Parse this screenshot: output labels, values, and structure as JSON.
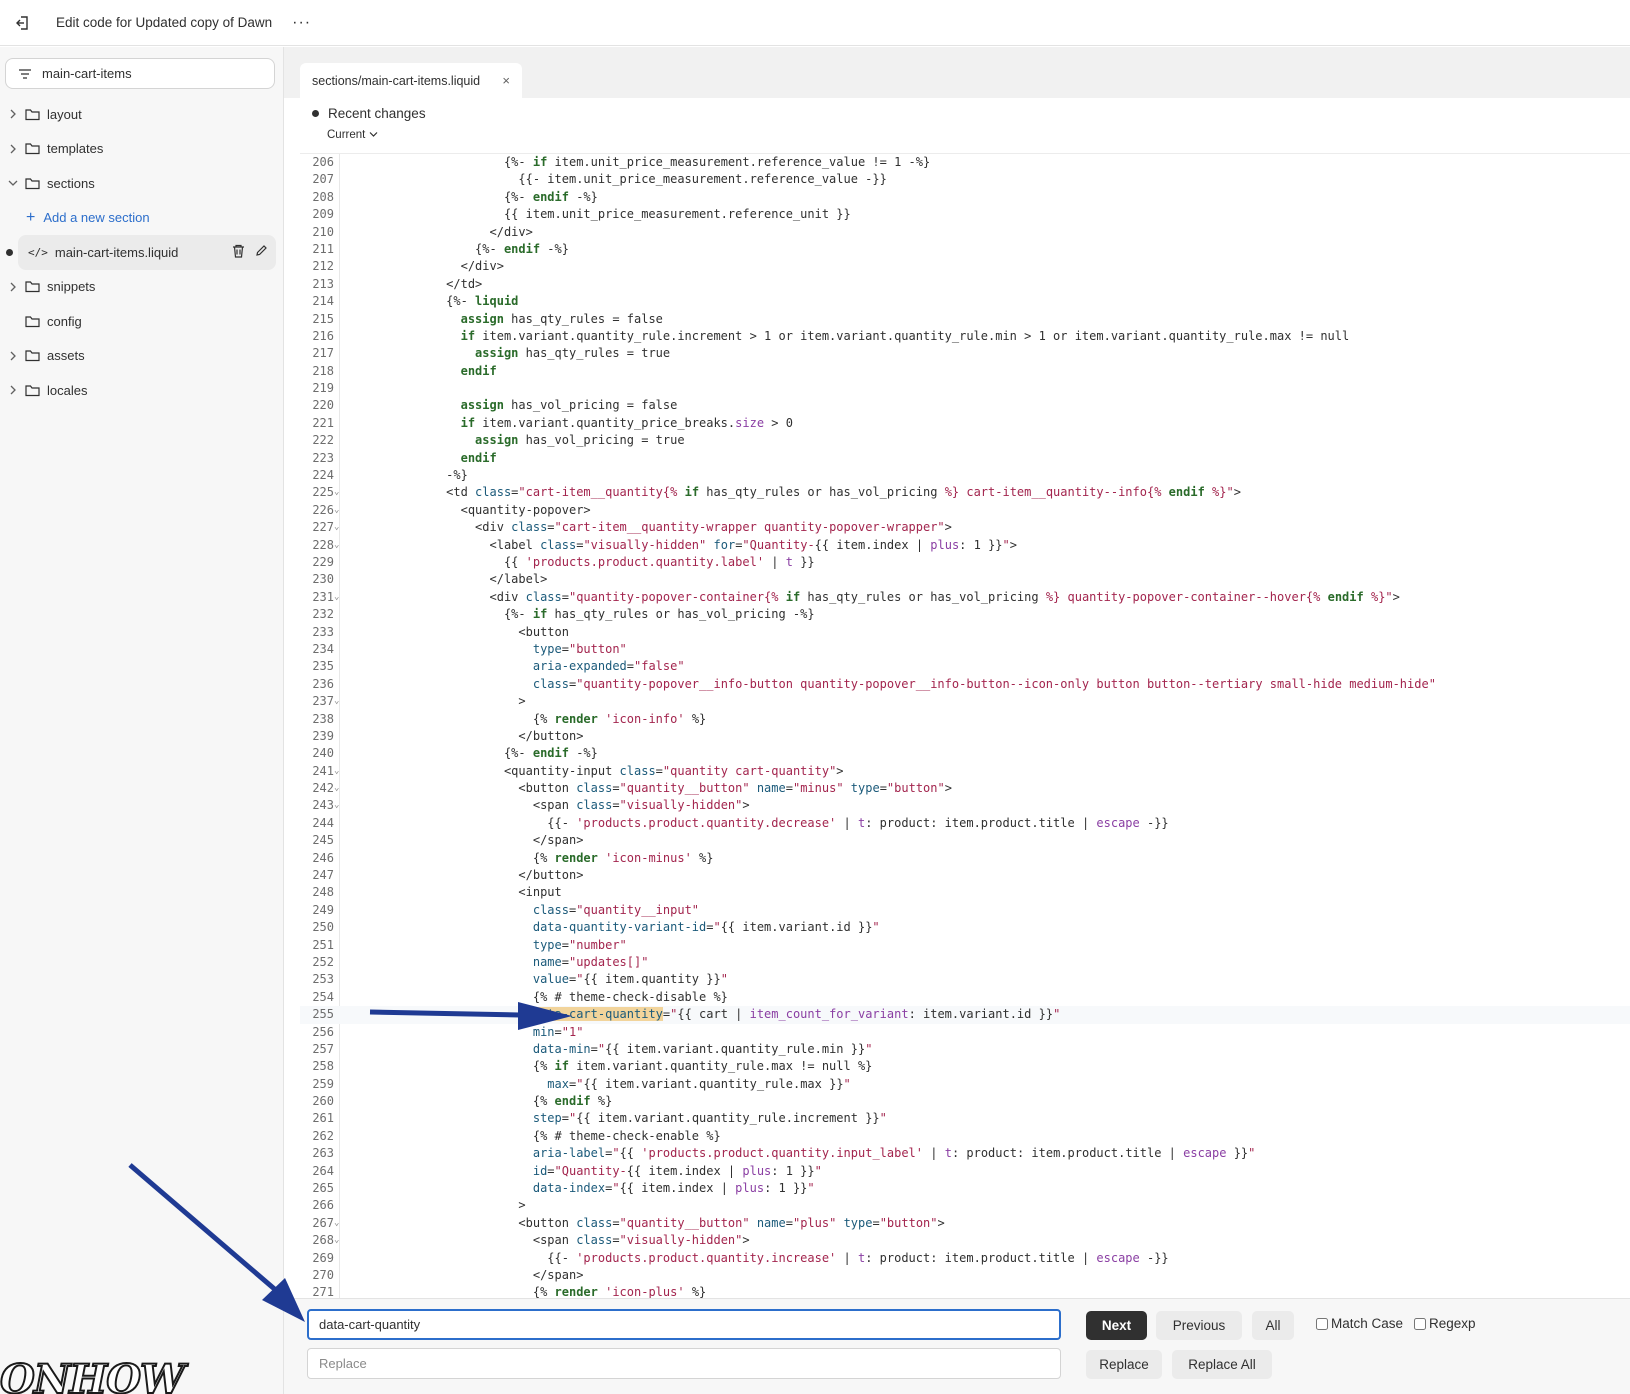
{
  "topbar": {
    "title": "Edit code for Updated copy of Dawn",
    "more": "···"
  },
  "sidebar": {
    "filter_value": "main-cart-items",
    "items": [
      {
        "label": "layout"
      },
      {
        "label": "templates"
      },
      {
        "label": "sections"
      },
      {
        "label": "Add a new section"
      },
      {
        "label": "main-cart-items.liquid"
      },
      {
        "label": "snippets"
      },
      {
        "label": "config"
      },
      {
        "label": "assets"
      },
      {
        "label": "locales"
      }
    ]
  },
  "editor": {
    "tab_label": "sections/main-cart-items.liquid",
    "tab_close": "×",
    "recent_changes": "Recent changes",
    "version": "Current",
    "line_numbers": [
      "206",
      "207",
      "208",
      "209",
      "210",
      "211",
      "212",
      "213",
      "214",
      "215",
      "216",
      "217",
      "218",
      "219",
      "220",
      "221",
      "222",
      "223",
      "224",
      "225",
      "226",
      "227",
      "228",
      "229",
      "230",
      "231",
      "232",
      "233",
      "234",
      "235",
      "236",
      "237",
      "238",
      "239",
      "240",
      "241",
      "242",
      "243",
      "244",
      "245",
      "246",
      "247",
      "248",
      "249",
      "250",
      "251",
      "252",
      "253",
      "254",
      "255",
      "256",
      "257",
      "258",
      "259",
      "260",
      "261",
      "262",
      "263",
      "264",
      "265",
      "266",
      "267",
      "268",
      "269",
      "270",
      "271"
    ],
    "highlight_match": "data-cart-quantity",
    "current_line": "255"
  },
  "findbar": {
    "find_value": "data-cart-quantity",
    "replace_placeholder": "Replace",
    "next": "Next",
    "previous": "Previous",
    "all": "All",
    "match_case": "Match Case",
    "regexp": "Regexp",
    "replace": "Replace",
    "replace_all": "Replace All"
  },
  "watermark": "ONHOW",
  "colors": {
    "accent": "#2c6ecb",
    "arrow": "#1f3a93",
    "highlight": "#f2d49b"
  }
}
